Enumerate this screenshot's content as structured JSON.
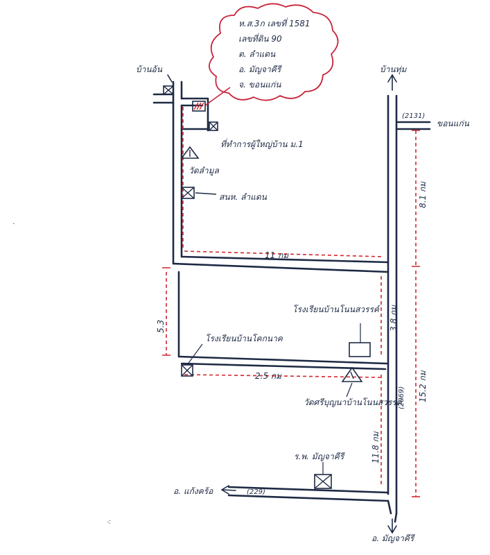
{
  "callout": {
    "line1": "ห.ส.3ก เลขที่ 1581",
    "line2": "เลขที่ดิน 90",
    "line3": "ต. ลำแดน",
    "line4": "อ. มัญจาคีรี",
    "line5": "จ. ขอนแก่น"
  },
  "labels": {
    "top_left_village": "บ้านอ้น",
    "top_right_village": "บ้านทุ่ม",
    "khon_kaen": "ขอนแก่น",
    "subdistrict_office": "ที่ทำการผู้ใหญ่บ้าน ม.1",
    "temple_top": "วัดลำมูล",
    "health_office": "สนห. ลำแดน",
    "school_top": "โรงเรียนบ้านโนนสวรรค์",
    "school_mid": "โรงเรียนบ้านโคกนาค",
    "temple_mid": "วัดศรีบุญนาบ้านโนนสวรรค์",
    "hospital": "ร.พ. มัญจาคีรี",
    "kaeng_khro": "อ. แก้งคร้อ",
    "manja_khiri": "อ. มัญจาคีรี",
    "road_top": "(2131)",
    "road_mid": "(2069)",
    "road_bottom": "(229)"
  },
  "distances": {
    "h_top": "11 กม",
    "v_left": "5.3",
    "v_mid": "3.8 กม",
    "h_mid": "2.5 กม",
    "v_right_upper": "8.1 กม",
    "v_right_lower": "15.2 กม",
    "v_bottom": "11.8 กม"
  },
  "colors": {
    "ink": "#1e2a44",
    "dimension": "#d4262e",
    "cloud": "#c8243a"
  }
}
